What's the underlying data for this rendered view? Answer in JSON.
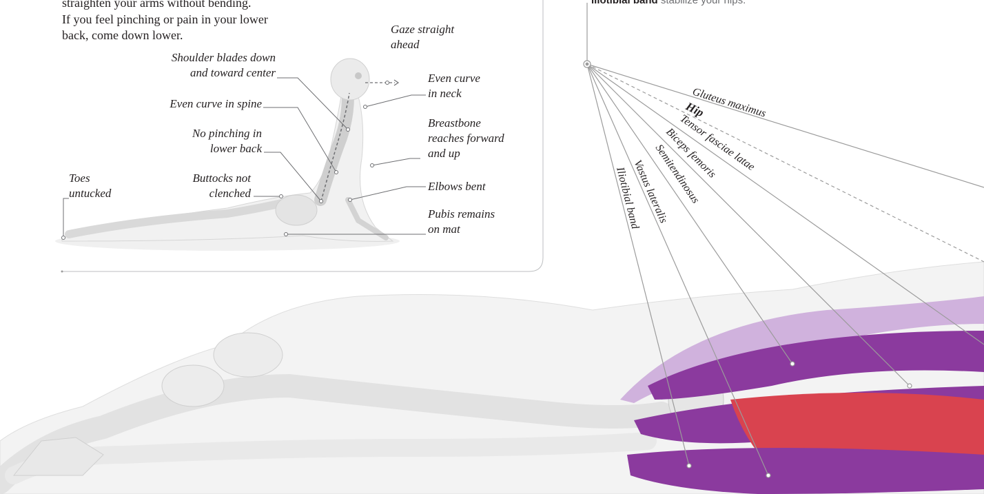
{
  "intro": {
    "line_partial": "straighten your arms without bending.",
    "line1": "If you feel pinching or pain in your lower",
    "line2": "back, come down lower."
  },
  "caption": {
    "term": "iliotibial band",
    "rest": " stabilize your hips."
  },
  "pose_labels": {
    "gaze": [
      "Gaze straight",
      "ahead"
    ],
    "shoulder": [
      "Shoulder blades down",
      "and toward center"
    ],
    "even_neck": [
      "Even curve",
      "in neck"
    ],
    "even_spine": "Even curve in spine",
    "breastbone": [
      "Breastbone",
      "reaches forward",
      "and up"
    ],
    "pinching": [
      "No pinching in",
      "lower back"
    ],
    "toes": [
      "Toes",
      "untucked"
    ],
    "buttocks": [
      "Buttocks not",
      "clenched"
    ],
    "elbows": "Elbows bent",
    "pubis": [
      "Pubis remains",
      "on mat"
    ]
  },
  "muscle_labels": {
    "gluteus": "Gluteus maximus",
    "hip": "Hip",
    "tensor": "Tensor fasciae latae",
    "biceps": "Biceps femoris",
    "semitendinosus": "Semitendinosus",
    "vastus": "Vastus lateralis",
    "iliotibial": "Iliotibial band"
  },
  "colors": {
    "muscle_purple": "#8b3a9e",
    "muscle_light_purple": "#c9a6d8",
    "muscle_red": "#d9434f",
    "bone": "#e8e8e8",
    "cartilage_blue": "#5bc4d8",
    "leader_line": "#9b9b9b"
  }
}
